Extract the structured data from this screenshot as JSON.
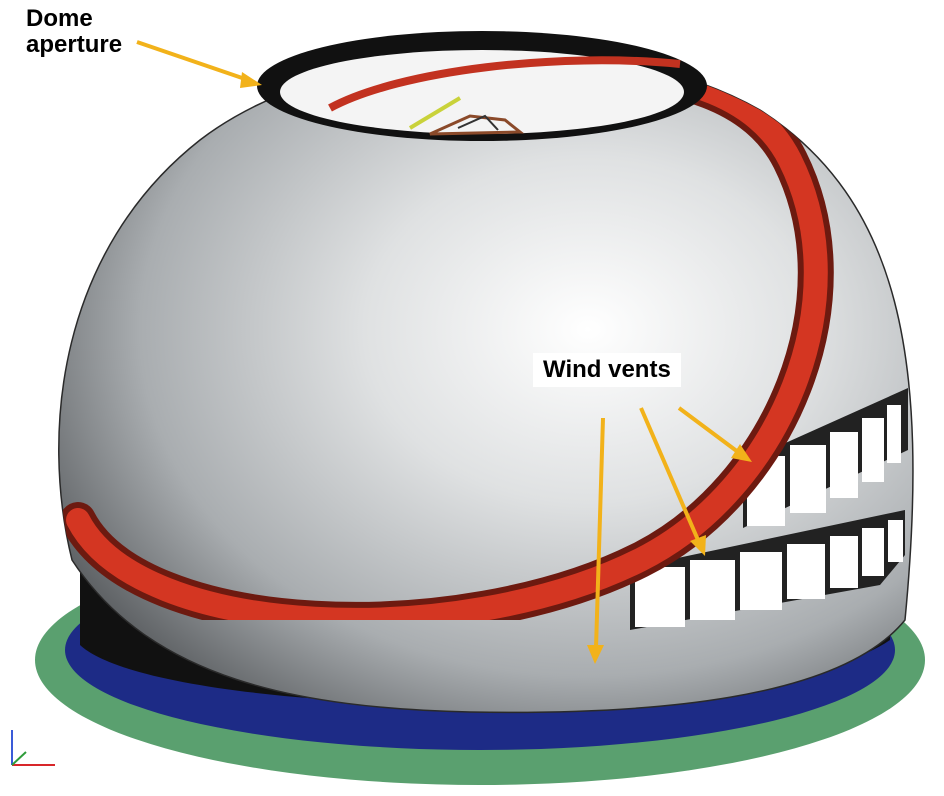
{
  "labels": {
    "dome_aperture_line1": "Dome",
    "dome_aperture_line2": "aperture",
    "wind_vents": "Wind vents"
  },
  "colors": {
    "dome_gray": "#c9cccd",
    "band_red": "#d43622",
    "base_green": "#5aa06f",
    "base_blue": "#1d2b86",
    "arrow_yellow": "#f2b21a"
  }
}
